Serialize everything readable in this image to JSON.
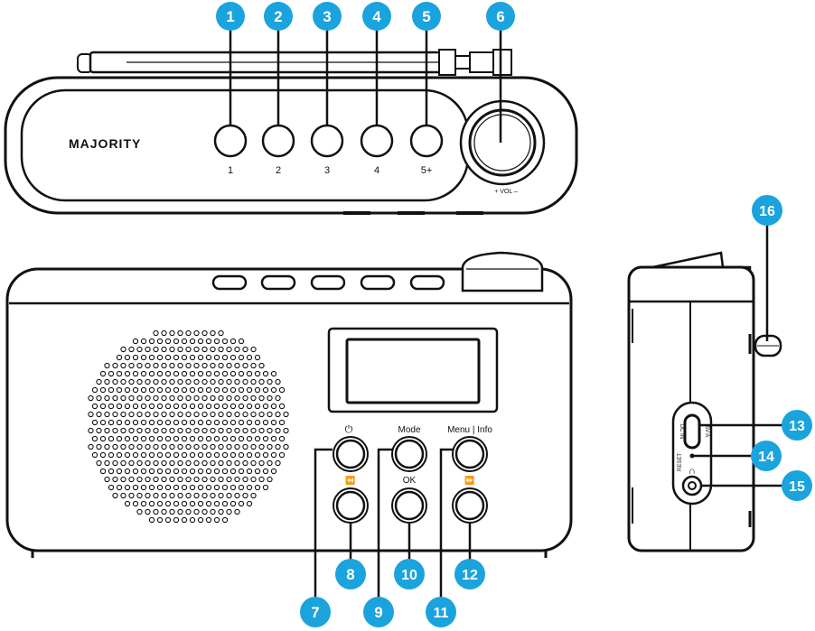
{
  "brand": "MAJORITY",
  "top_view": {
    "preset_labels": [
      "1",
      "2",
      "3",
      "4",
      "5+"
    ],
    "knob_label": "+ VOL –"
  },
  "front_view": {
    "buttons": {
      "power": "⏻",
      "mode": "Mode",
      "menu_info": "Menu | Info",
      "prev": "⏪",
      "ok": "OK",
      "next": "⏩"
    }
  },
  "side_view": {
    "dc_in": "DC IN",
    "dc_rating": "5V A",
    "reset": "RESET",
    "headphone": "∩"
  },
  "callouts": [
    "1",
    "2",
    "3",
    "4",
    "5",
    "6",
    "7",
    "8",
    "9",
    "10",
    "11",
    "12",
    "13",
    "14",
    "15",
    "16"
  ],
  "colors": {
    "callout": "#1aa3dc",
    "line": "#111111"
  }
}
